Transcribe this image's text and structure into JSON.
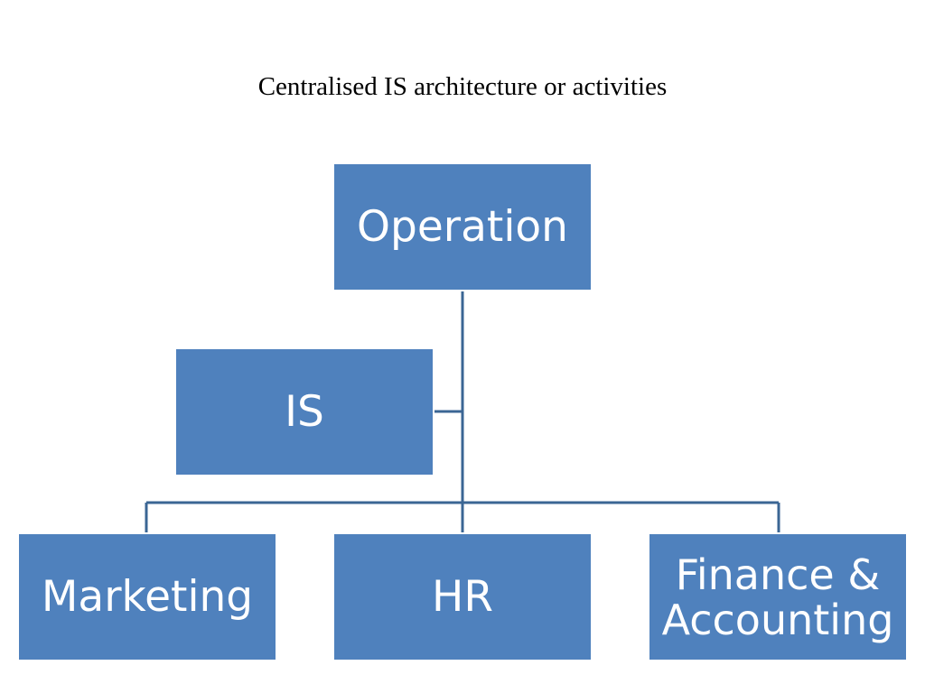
{
  "title": "Centralised IS architecture or activities",
  "colors": {
    "node_fill": "#4F81BD",
    "node_text": "#FFFFFF",
    "connector": "#3B6694",
    "background": "#FFFFFF"
  },
  "org_chart": {
    "root": {
      "label": "Operation"
    },
    "assistant": {
      "label": "IS"
    },
    "children": [
      {
        "label": "Marketing"
      },
      {
        "label": "HR"
      },
      {
        "label": "Finance &\nAccounting"
      }
    ]
  }
}
